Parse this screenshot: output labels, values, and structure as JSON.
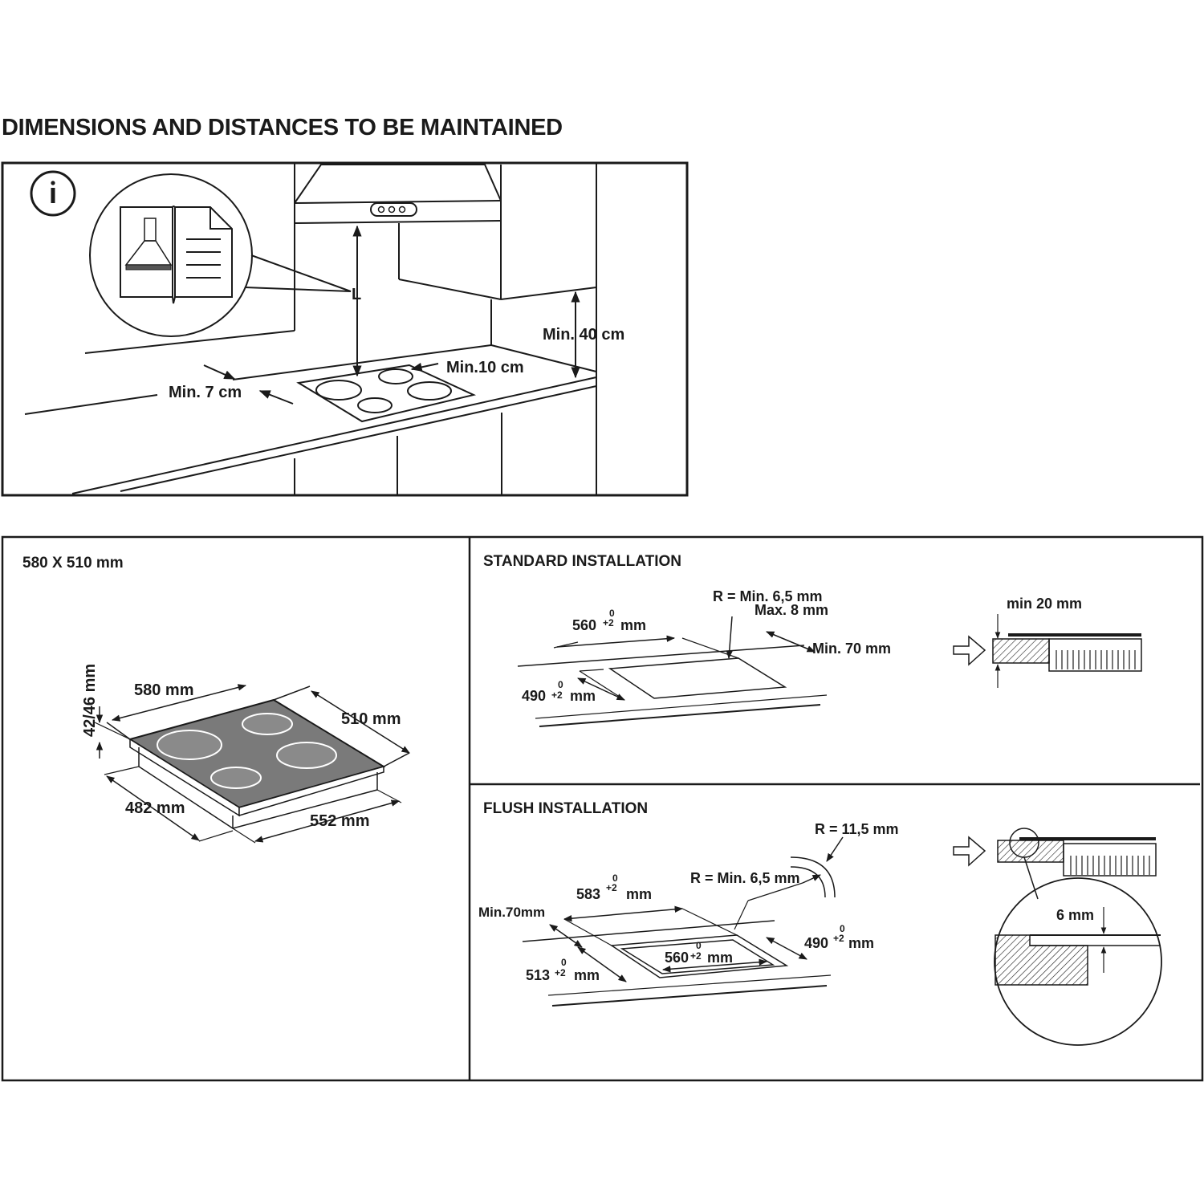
{
  "title": "DIMENSIONS AND DISTANCES TO BE MAINTAINED",
  "top_panel": {
    "info_icon": "i",
    "manual_icon": "hood-manual-icon",
    "label_L": "L",
    "min_40": "Min. 40 cm",
    "min_10": "Min.10 cm",
    "min_7": "Min. 7 cm"
  },
  "hob_panel": {
    "size_title": "580 X 510 mm",
    "dim_580": "580 mm",
    "dim_510": "510 mm",
    "dim_height": "42/46 mm",
    "dim_482": "482 mm",
    "dim_552": "552 mm"
  },
  "standard": {
    "heading": "STANDARD INSTALLATION",
    "radius_min": "R = Min. 6,5 mm",
    "radius_max": "Max. 8 mm",
    "w560": "560",
    "w560_unit": "mm",
    "w560_tol_top": "0",
    "w560_tol_bottom": "+2",
    "d490": "490",
    "d490_unit": "mm",
    "d490_tol_top": "0",
    "d490_tol_bottom": "+2",
    "min70": "Min. 70 mm",
    "min20": "min 20 mm"
  },
  "flush": {
    "heading": "FLUSH INSTALLATION",
    "radius_115": "R = 11,5 mm",
    "radius_min": "R = Min. 6,5 mm",
    "w583": "583",
    "w583_unit": "mm",
    "w583_tol_top": "0",
    "w583_tol_bottom": "+2",
    "min70": "Min.70mm",
    "d490": "490",
    "d490_unit": "mm",
    "d490_tol_top": "0",
    "d490_tol_bottom": "+2",
    "w560": "560",
    "w560_unit": "mm",
    "w560_tol_top": "0",
    "w560_tol_bottom": "+2",
    "d513": "513",
    "d513_unit": "mm",
    "d513_tol_top": "0",
    "d513_tol_bottom": "+2",
    "mm6": "6 mm"
  }
}
